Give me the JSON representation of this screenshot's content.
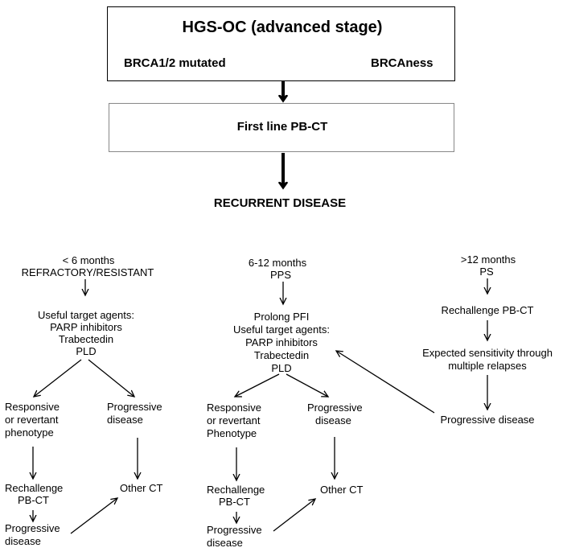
{
  "header": {
    "title": "HGS-OC (advanced stage)",
    "left_label": "BRCA1/2 mutated",
    "right_label": "BRCAness"
  },
  "first_line": "First line PB-CT",
  "recurrent": "RECURRENT DISEASE",
  "left": {
    "time": "< 6  months",
    "status": "REFRACTORY/RESISTANT",
    "agents": [
      "Useful target agents:",
      "PARP inhibitors",
      "Trabectedin",
      "PLD"
    ],
    "responsive": [
      "Responsive",
      "or revertant",
      "phenotype"
    ],
    "progressive": [
      "Progressive",
      "disease"
    ],
    "rechallenge": [
      "Rechallenge",
      "PB-CT"
    ],
    "progressive2": [
      "Progressive",
      "disease"
    ],
    "other_ct": "Other CT"
  },
  "middle": {
    "time": "6-12  months",
    "status": "PPS",
    "agents": [
      "Prolong PFI",
      "Useful target agents:",
      "PARP inhibitors",
      "Trabectedin",
      "PLD"
    ],
    "responsive": [
      "Responsive",
      "or revertant",
      "Phenotype"
    ],
    "progressive": [
      "Progressive",
      "disease"
    ],
    "rechallenge": [
      "Rechallenge",
      "PB-CT"
    ],
    "progressive2": [
      "Progressive",
      "disease"
    ],
    "other_ct": "Other CT"
  },
  "right": {
    "time": ">12 months",
    "status": "PS",
    "rechallenge": "Rechallenge PB-CT",
    "expected": [
      "Expected sensitivity through",
      "multiple relapses"
    ],
    "progressive": "Progressive disease"
  }
}
